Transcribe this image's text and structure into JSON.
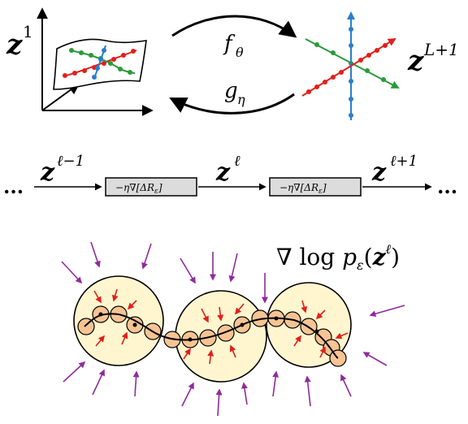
{
  "top": {
    "left_label_base": "z",
    "left_label_sup": "1",
    "right_label_base": "z",
    "right_label_sup": "L+1",
    "forward_map": "f",
    "forward_map_sub": "θ",
    "inverse_map": "g",
    "inverse_map_sub": "η"
  },
  "middle": {
    "ellipsis_left": "...",
    "ellipsis_right": "...",
    "z_prev_base": "z",
    "z_prev_sup": "ℓ−1",
    "z_cur_base": "z",
    "z_cur_sup": "ℓ",
    "z_next_base": "z",
    "z_next_sup": "ℓ+1",
    "box1_label": "−η∇[ΔR",
    "box1_sub": "ε",
    "box1_close": "]",
    "box2_label": "−η∇[ΔR",
    "box2_sub": "ε",
    "box2_close": "]"
  },
  "bottom": {
    "score_prefix": "∇ log ",
    "score_p": "p",
    "score_sub": "ε",
    "score_open": "(",
    "score_z": "z",
    "score_sup": "ℓ",
    "score_close": ")"
  },
  "colors": {
    "red": "#e0201b",
    "green": "#2a9a3a",
    "blue": "#2a7ec8",
    "purple": "#8e2c9a",
    "large_circle_fill": "#fff6d0",
    "small_circle_fill": "#f6c494"
  }
}
